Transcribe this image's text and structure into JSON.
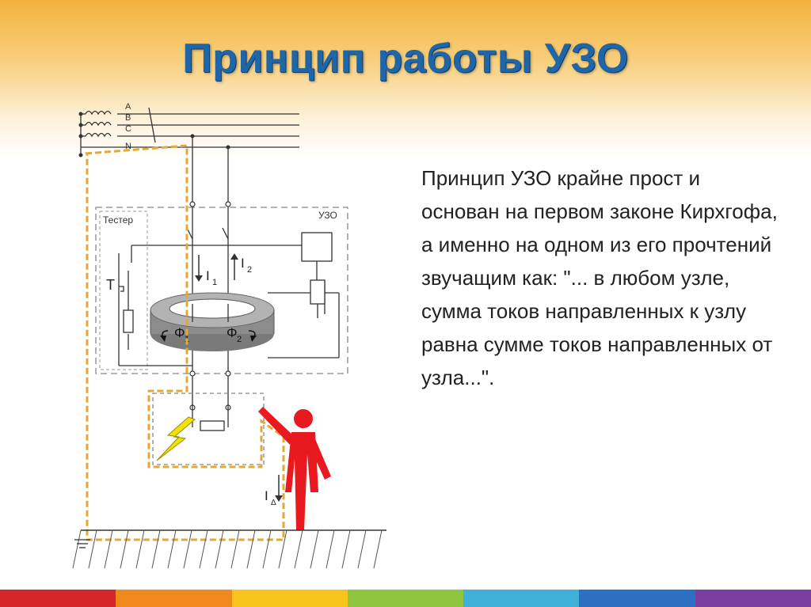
{
  "title": "Принцип работы УЗО",
  "body_text": "Принцип УЗО крайне прост и основан на первом законе Кирхгофа, а именно на одном из его прочтений звучащим как: \"... в любом узле, сумма токов направленных к узлу равна сумме токов направленных от узла...\".",
  "diagram": {
    "phase_a": "A",
    "phase_b": "B",
    "phase_c": "C",
    "neutral": "N",
    "tester_label": "Тестер",
    "rcd_label": "УЗО",
    "test_button_label": "Т",
    "current_i1": "I",
    "current_i1_sub": "1",
    "current_i2": "I",
    "current_i2_sub": "2",
    "flux_1": "Φ",
    "flux_1_sub": "1",
    "flux_2": "Φ",
    "flux_2_sub": "2",
    "leak_current": "I",
    "leak_current_sub": "Δ"
  },
  "colors": {
    "title": "#1f66a8",
    "fault_path": "#e0a93a",
    "person": "#e8191f",
    "lightning": "#f2e200",
    "bottom_bar": [
      "#d7262b",
      "#f08a1c",
      "#f6c41a",
      "#8ec63f",
      "#3fb0d8",
      "#2d6fc1",
      "#7b3fa0"
    ]
  }
}
